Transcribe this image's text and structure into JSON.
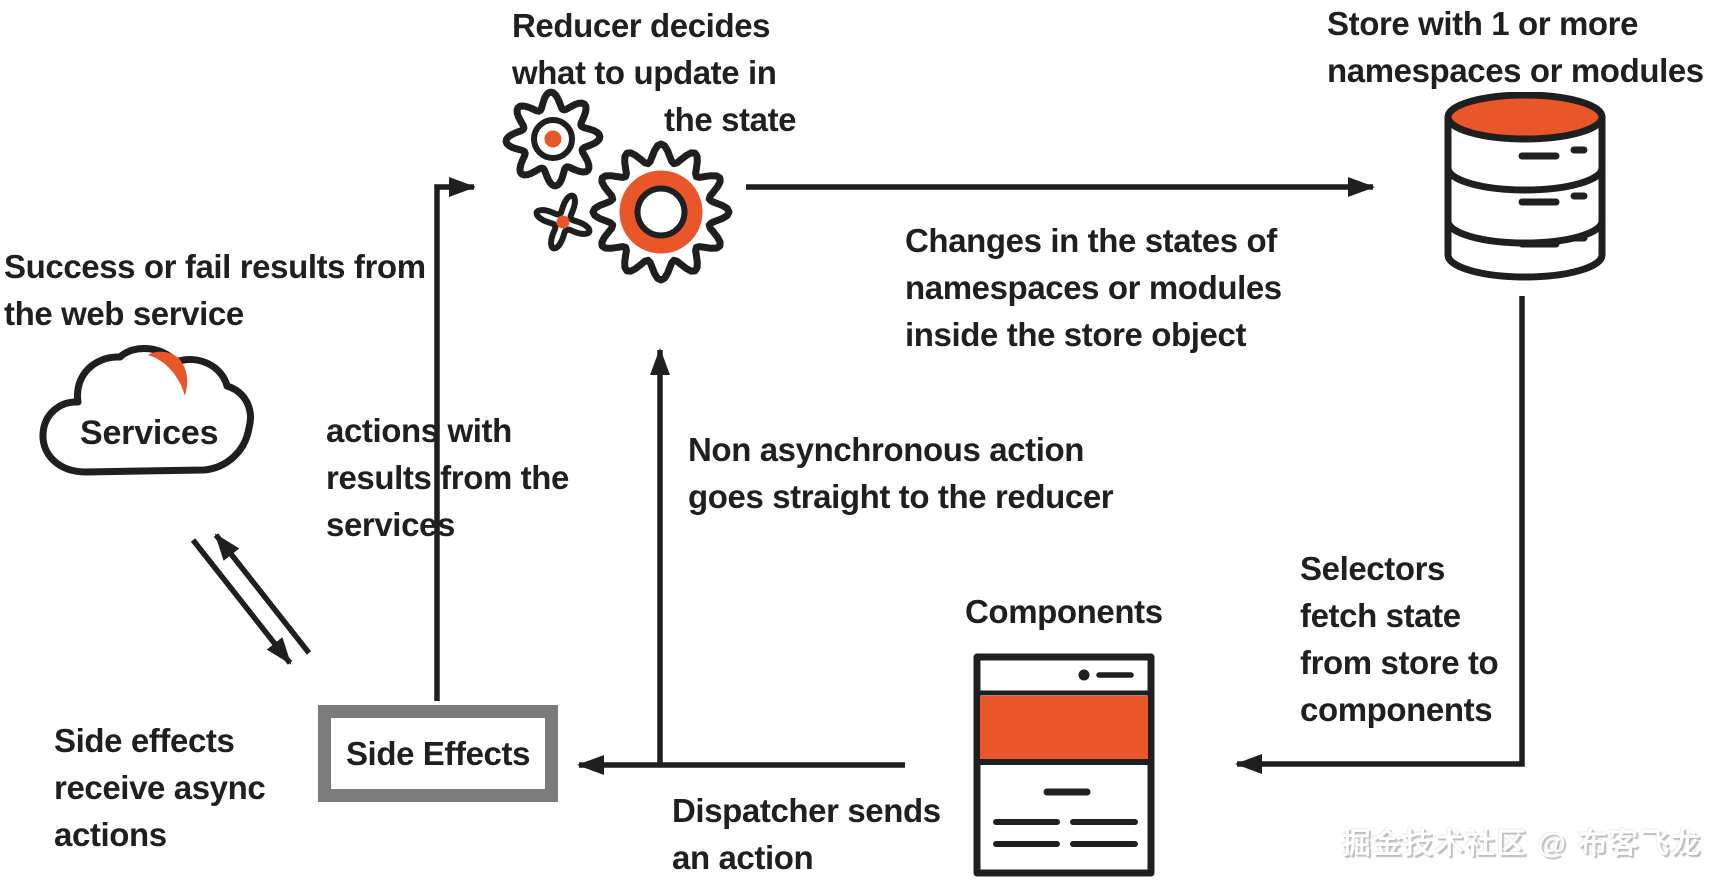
{
  "palette": {
    "accent_orange": "#E9562A",
    "ink": "#1F1F1F",
    "box_border_gray": "#7B7B7B"
  },
  "nodes": {
    "reducer": {
      "label_lines": [
        "Reducer decides",
        "what to update in",
        "the state"
      ]
    },
    "store": {
      "label_lines": [
        "Store with 1 or more",
        "namespaces or modules"
      ]
    },
    "services": {
      "caption_lines": [
        "Success or fail results from",
        "the web service"
      ],
      "cloud_label": "Services"
    },
    "side_effects": {
      "box_label": "Side Effects",
      "caption_lines": [
        "Side effects",
        "receive async",
        "actions"
      ]
    },
    "components": {
      "label": "Components"
    }
  },
  "edges": {
    "actions_with_results": {
      "lines": [
        "actions with",
        "results from the",
        "services"
      ]
    },
    "non_async": {
      "lines": [
        "Non asynchronous action",
        "goes straight to the reducer"
      ]
    },
    "changes_in_states": {
      "lines": [
        "Changes in the states of",
        "namespaces or modules",
        "inside the store object"
      ]
    },
    "selectors": {
      "lines": [
        "Selectors",
        "fetch state",
        "from store to",
        "components"
      ]
    },
    "dispatcher": {
      "lines": [
        "Dispatcher sends",
        "an action"
      ]
    }
  },
  "watermark": {
    "text": "掘金技术社区 @ 布客飞龙"
  },
  "icons": {
    "services": "cloud-icon",
    "reducer": "gears-icon",
    "store": "database-icon",
    "components": "browser-window-icon"
  }
}
